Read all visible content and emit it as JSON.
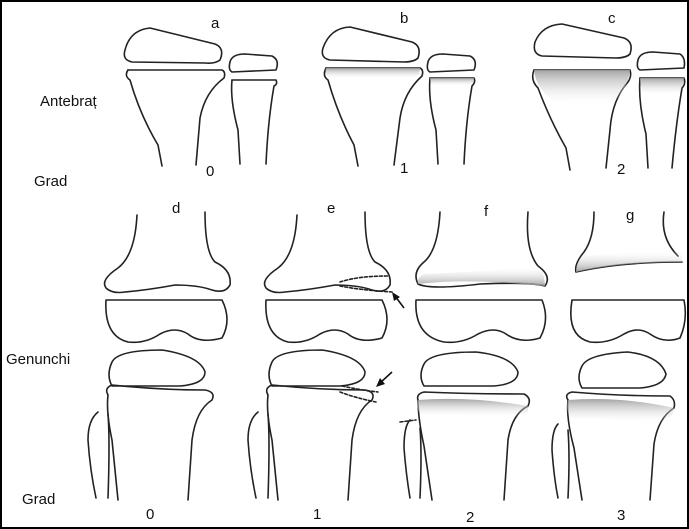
{
  "colors": {
    "bone_outline": "#222222",
    "shading": "#8a8a8a",
    "background": "#ffffff",
    "frame": "#000000"
  },
  "rows": [
    {
      "region_label": "Antebraț",
      "scale_label": "Grad",
      "panels": [
        {
          "letter": "a",
          "grade": "0"
        },
        {
          "letter": "b",
          "grade": "1"
        },
        {
          "letter": "c",
          "grade": "2"
        }
      ]
    },
    {
      "region_label": "Genunchi",
      "scale_label": "Grad",
      "panels": [
        {
          "letter": "d",
          "grade": "0"
        },
        {
          "letter": "e",
          "grade": "1"
        },
        {
          "letter": "f",
          "grade": "2"
        },
        {
          "letter": "g",
          "grade": "3"
        }
      ]
    }
  ],
  "icons": [
    "arrow-icon",
    "arrow-icon"
  ]
}
